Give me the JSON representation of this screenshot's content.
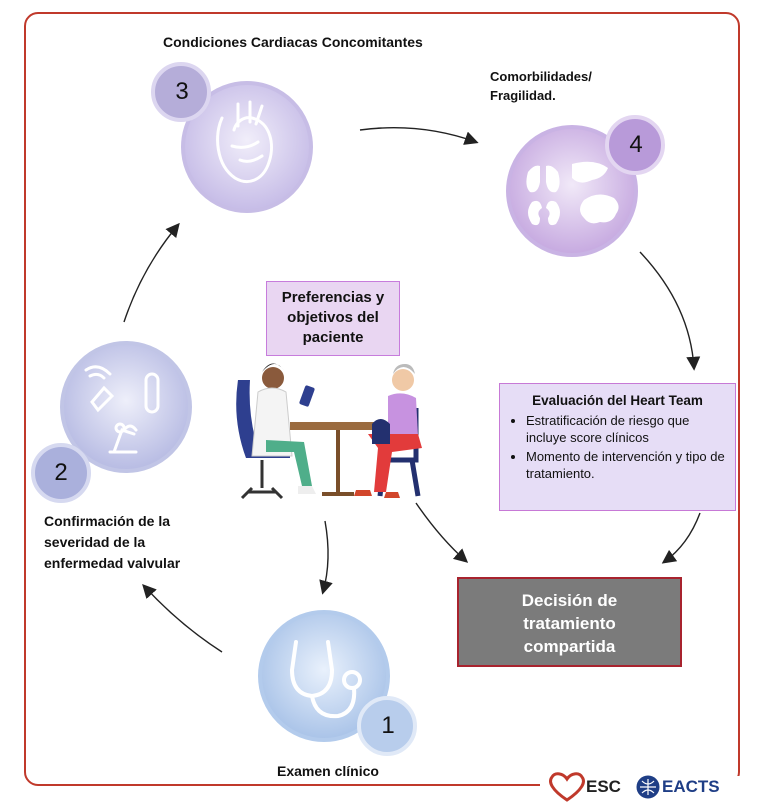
{
  "steps": {
    "step1": {
      "number": "1",
      "label": "Examen clínico",
      "icon": "stethoscope-icon"
    },
    "step2": {
      "number": "2",
      "label_lines": [
        "Confirmación de la",
        "severidad de la",
        "enfermedad valvular"
      ],
      "icons": [
        "ultrasound-probe-icon",
        "test-tube-icon",
        "exercise-bike-icon"
      ]
    },
    "step3": {
      "number": "3",
      "label": "Condiciones Cardiacas Concomitantes",
      "icon": "heart-icon"
    },
    "step4": {
      "number": "4",
      "label_lines": [
        "Comorbilidades/",
        "Fragilidad."
      ],
      "icons": [
        "lungs-icon",
        "liver-icon",
        "kidneys-icon",
        "brain-icon"
      ]
    }
  },
  "center": {
    "preferences_lines": [
      "Preferencias  y",
      "objetivos del",
      "paciente"
    ],
    "illustration": "doctor-patient-consultation"
  },
  "heart_team": {
    "title": "Evaluación del Heart Team",
    "bullets": [
      "Estratificación de riesgo que incluye score clínicos",
      "Momento de intervención y tipo de tratamiento."
    ]
  },
  "decision": {
    "lines": [
      "Decisión de",
      "tratamiento",
      "compartida"
    ]
  },
  "logos": {
    "esc": "ESC",
    "eacts": "EACTS"
  },
  "colors": {
    "frame": "#c0392b",
    "step1": "#a9c3e8",
    "step2": "#bcc0e6",
    "step3": "#c8bce8",
    "step4": "#c9aee2",
    "decision_bg": "#7b7b7b",
    "decision_border": "#a8232e"
  }
}
